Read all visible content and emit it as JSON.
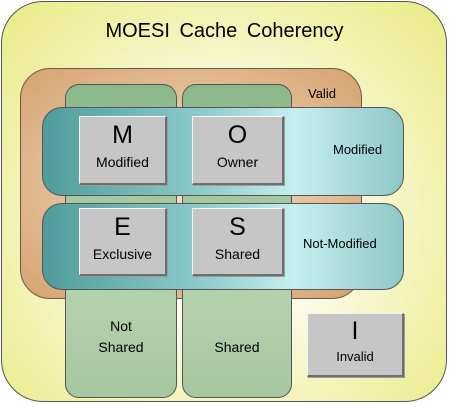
{
  "title": "MOESI Cache Coherency",
  "regions": {
    "valid": "Valid",
    "modified": "Modified",
    "not_modified": "Not-Modified",
    "not_shared_line1": "Not",
    "not_shared_line2": "Shared",
    "shared": "Shared"
  },
  "states": {
    "m": {
      "letter": "M",
      "word": "Modified"
    },
    "o": {
      "letter": "O",
      "word": "Owner"
    },
    "e": {
      "letter": "E",
      "word": "Exclusive"
    },
    "s": {
      "letter": "S",
      "word": "Shared"
    },
    "i": {
      "letter": "I",
      "word": "Invalid"
    }
  },
  "colors": {
    "outer": "#f0f0a6",
    "valid": "#e2bb93",
    "columns": "#a7c7a0",
    "bands": "#8fcccc",
    "state": "#c6c6c6"
  }
}
